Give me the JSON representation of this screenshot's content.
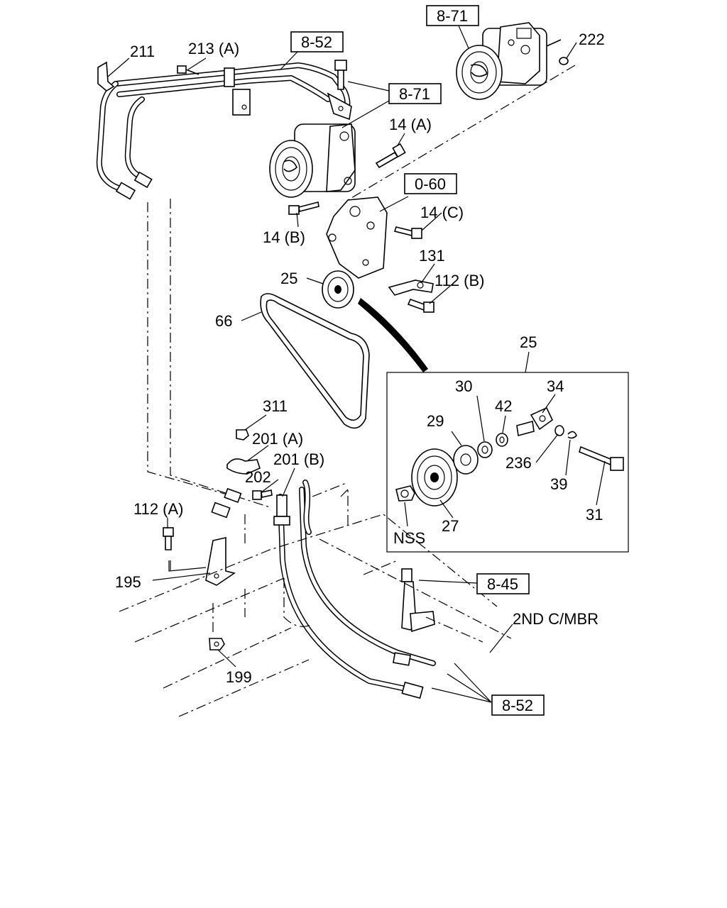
{
  "labels": {
    "n211": "211",
    "n213a": "213 (A)",
    "ref852_top": "8-52",
    "ref871_top": "8-71",
    "n222": "222",
    "ref871_mid": "8-71",
    "n14a": "14 (A)",
    "ref060": "0-60",
    "n14b": "14 (B)",
    "n14c": "14 (C)",
    "n131": "131",
    "n25_main": "25",
    "n112b": "112 (B)",
    "n66": "66",
    "n25_detail": "25",
    "n30": "30",
    "n34": "34",
    "n29": "29",
    "n42": "42",
    "n236": "236",
    "n39": "39",
    "n31": "31",
    "nss": "NSS",
    "n27": "27",
    "n311": "311",
    "n201a": "201 (A)",
    "n201b": "201 (B)",
    "n202": "202",
    "n112a": "112 (A)",
    "n195": "195",
    "ref845": "8-45",
    "second_cmbr": "2ND C/MBR",
    "n199": "199",
    "ref852_bottom": "8-52"
  }
}
